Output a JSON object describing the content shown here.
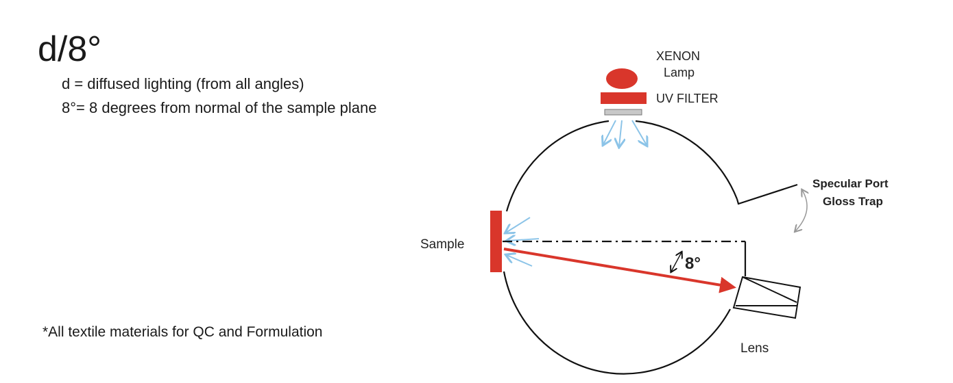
{
  "header": {
    "title": "d/8°",
    "definitions": [
      "d = diffused lighting (from all angles)",
      "8°= 8 degrees from normal of the sample plane"
    ]
  },
  "note": "*All textile materials for QC and Formulation",
  "diagram": {
    "labels": {
      "xenon": "XENON",
      "lamp": "Lamp",
      "uv_filter": "UV FILTER",
      "specular_port": "Specular Port",
      "gloss_trap": "Gloss Trap",
      "sample": "Sample",
      "angle": "8°",
      "lens": "Lens"
    },
    "colors": {
      "red": "#d9362b",
      "light_blue": "#8cc4e8",
      "gray": "#c8c8c8",
      "line": "#111111"
    }
  }
}
